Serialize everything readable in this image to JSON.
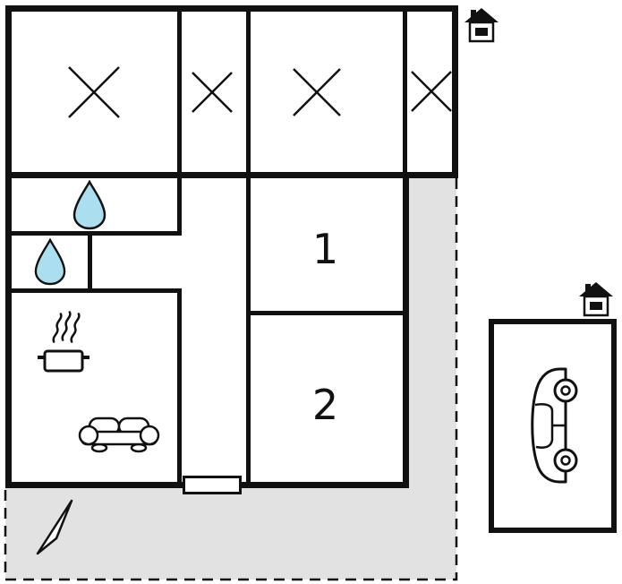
{
  "labels": {
    "room1": "1",
    "room2": "2"
  },
  "colors": {
    "wall": "#111111",
    "water": "#abdff0",
    "plot": "#e2e2e2",
    "background": "#ffffff"
  },
  "icons": {
    "x_mark": "x-mark (crossed lines, unspecified room)",
    "water_drop": "water-drop (sanitary/bathroom)",
    "cooking_pot": "cooking-pot with steam (kitchen)",
    "sofa": "sofa (living room)",
    "entrance_door": "entrance-door",
    "north_arrow": "north-arrow (compass needle)",
    "car": "car (garage/carport)",
    "house": "house pictogram (building marker)"
  }
}
